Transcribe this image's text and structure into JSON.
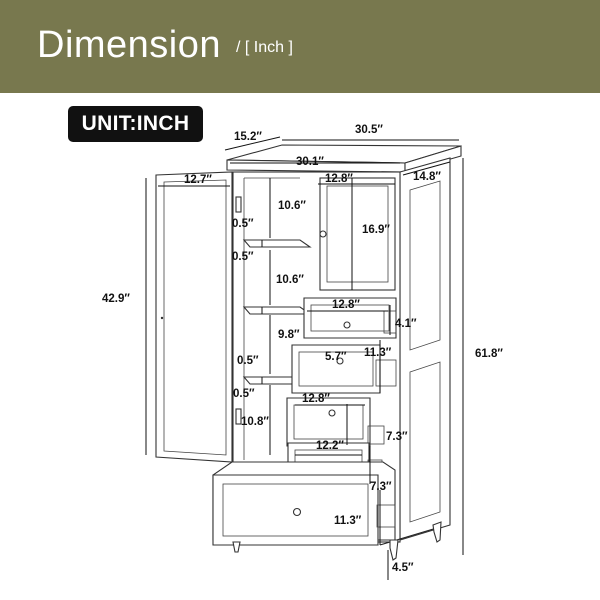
{
  "header": {
    "title": "Dimension",
    "subtitle": "/ [ Inch ]"
  },
  "badge": {
    "label": "UNIT:INCH"
  },
  "colors": {
    "banner": "#78784e",
    "badge": "#111111",
    "line": "#222222"
  },
  "dimensions": {
    "depth_top": "15.2″",
    "width_overall": "30.5″",
    "width_body": "30.1″",
    "door_width": "12.7″",
    "cabinet_inner_width": "12.8″",
    "side_depth": "14.8″",
    "shelf_height_1": "10.6″",
    "cabinet_height": "16.9″",
    "shelf_thickness_1": "0.5″",
    "shelf_thickness_2": "0.5″",
    "shelf_height_2": "10.6″",
    "door_height": "42.9″",
    "drawer1_width": "12.8″",
    "drawer1_height": "4.1″",
    "shelf_height_3": "9.8″",
    "drawer2_depth": "5.7″",
    "drawer2_width": "11.3″",
    "shelf_thickness_3": "0.5″",
    "shelf_thickness_4": "0.5″",
    "overall_height": "61.8″",
    "drawer3_width": "12.8″",
    "shelf_height_4": "10.8″",
    "drawer3_height": "7.3″",
    "drawer4_width": "12.2″",
    "drawer4_height": "7.3″",
    "bottom_drawer_width": "11.3″",
    "leg_height": "4.5″"
  }
}
